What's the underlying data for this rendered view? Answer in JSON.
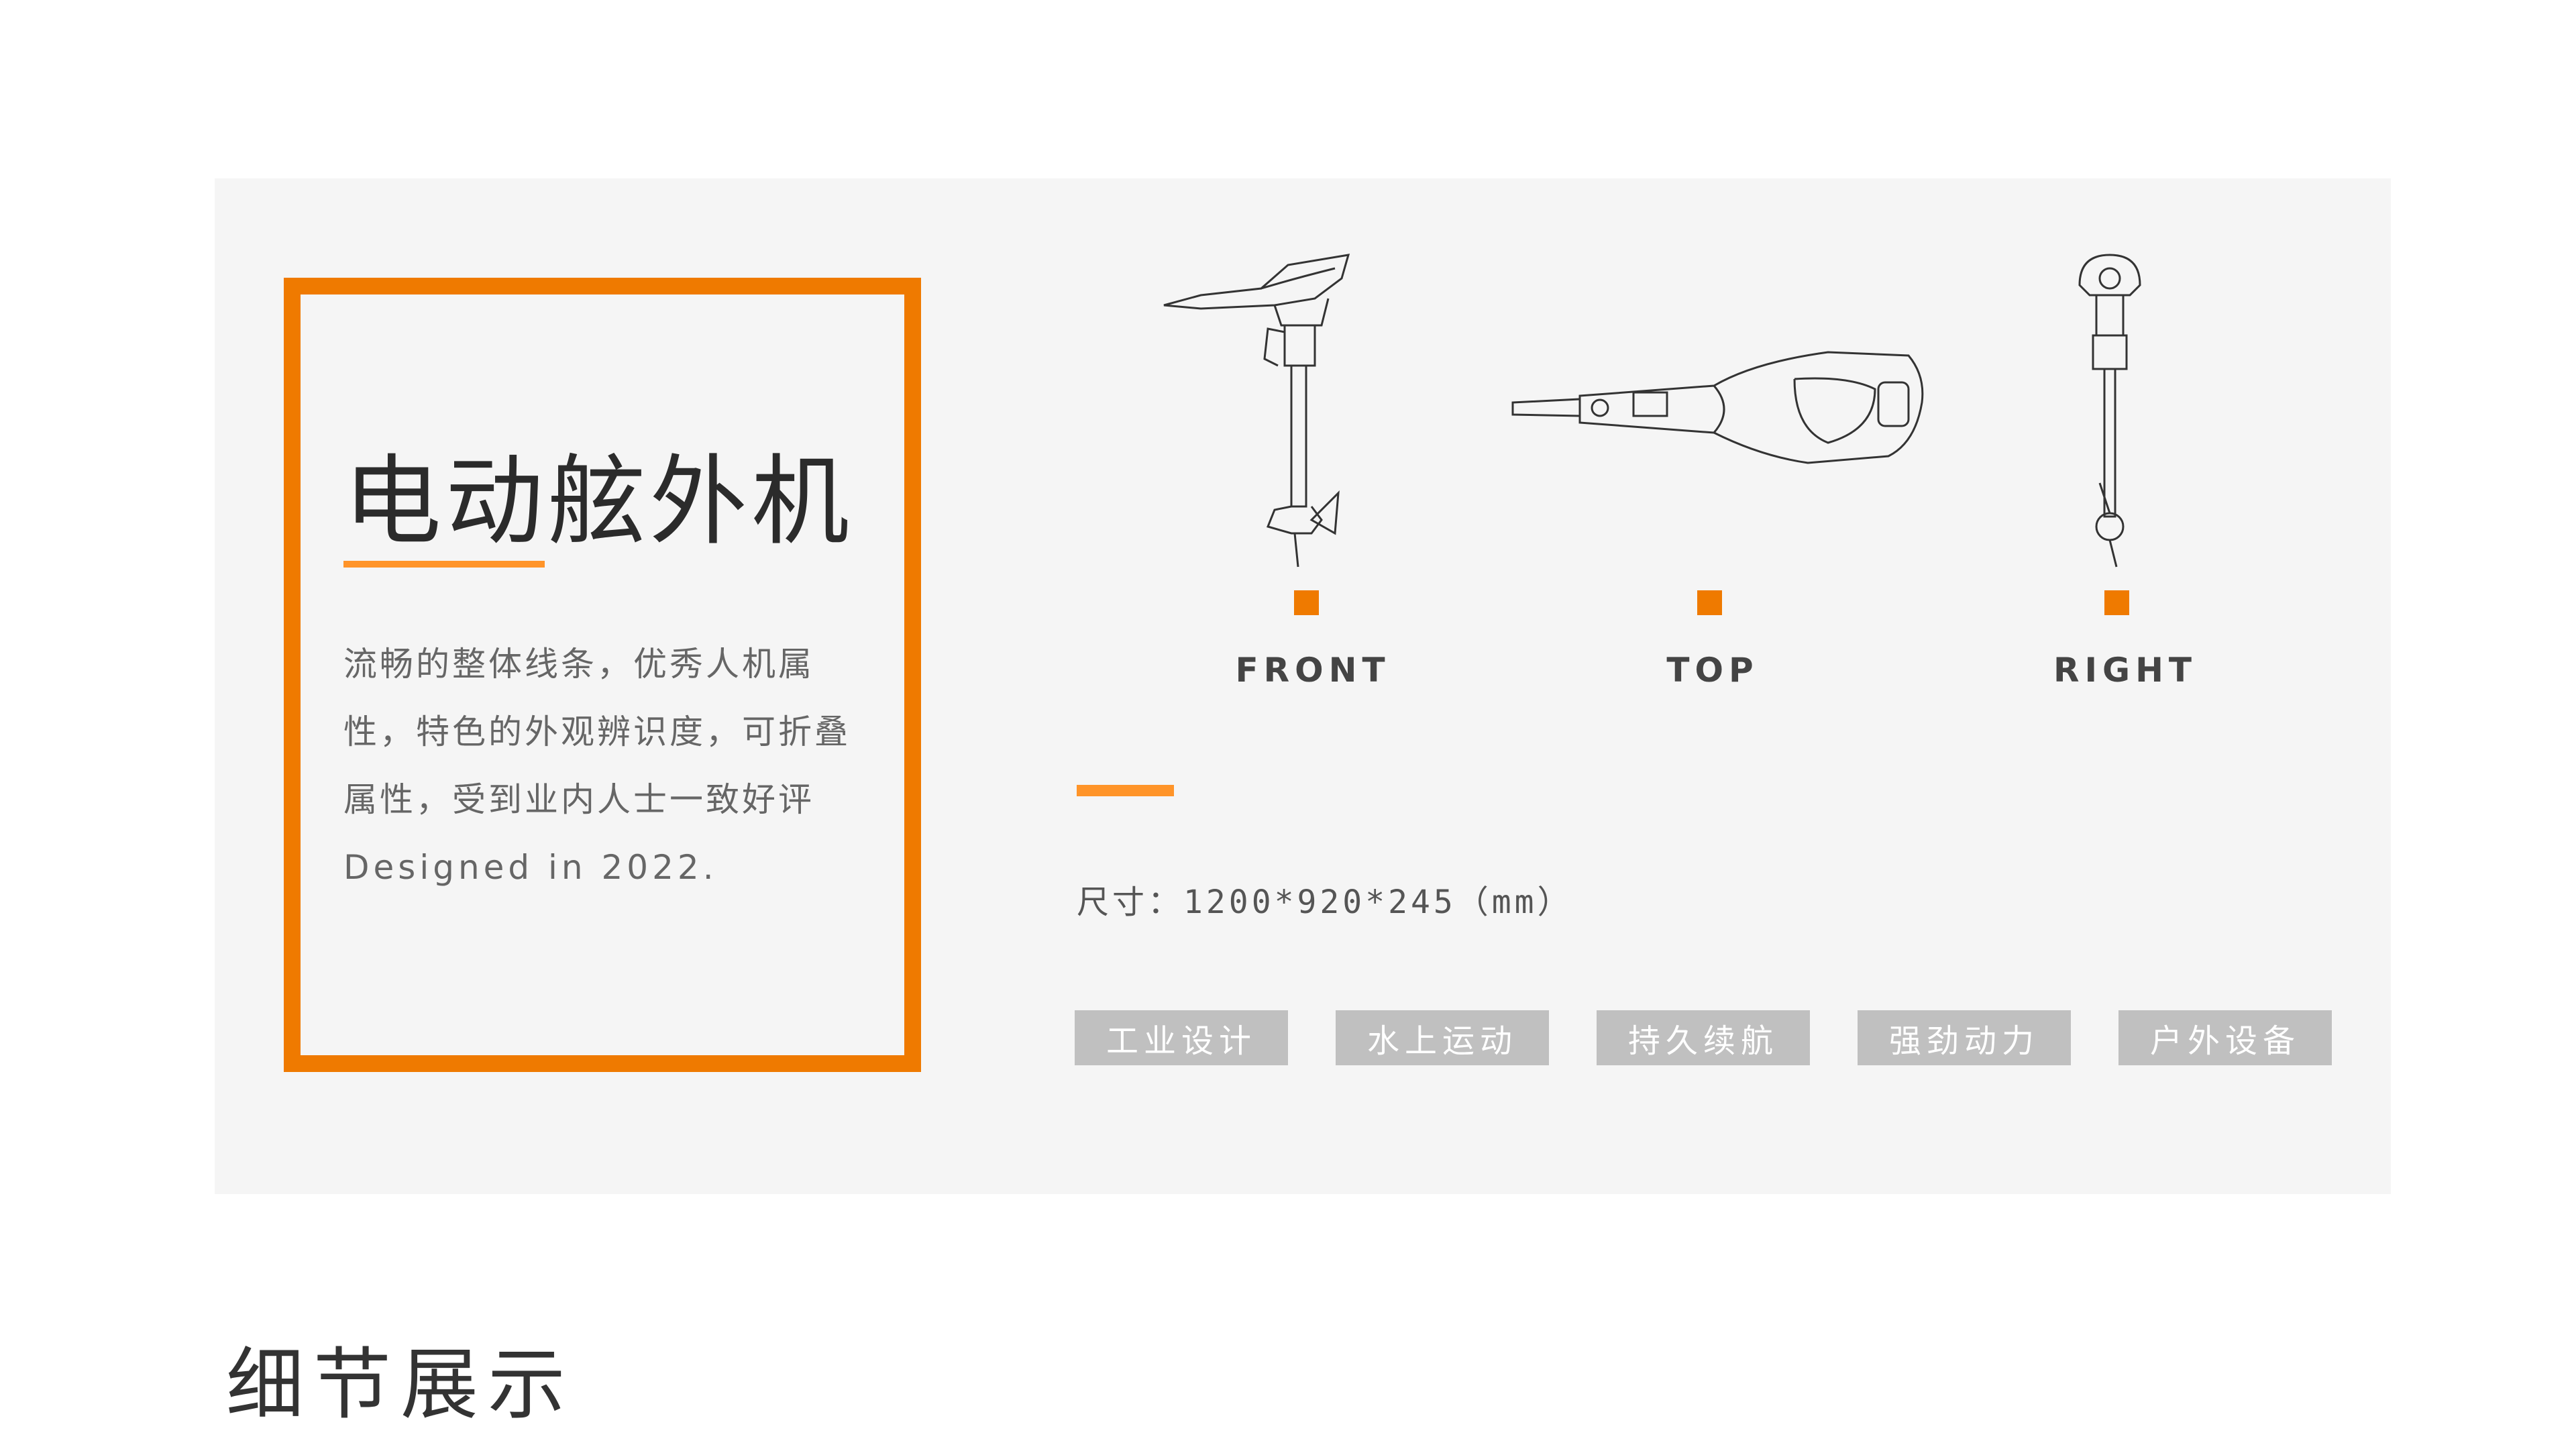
{
  "product": {
    "title": "电动舷外机",
    "description": "流畅的整体线条，优秀人机属性，特色的外观辨识度，可折叠属性，受到业内人士一致好评",
    "designed": "Designed in 2022."
  },
  "views": [
    {
      "label": "FRONT"
    },
    {
      "label": "TOP"
    },
    {
      "label": "RIGHT"
    }
  ],
  "dimensions": "尺寸：1200*920*245（mm）",
  "tags": [
    "工业设计",
    "水上运动",
    "持久续航",
    "强劲动力",
    "户外设备"
  ],
  "section_title": "细节展示",
  "colors": {
    "accent": "#ef7a00",
    "accent_light": "#ff9429",
    "tag_bg": "#c0c0c0",
    "panel_bg": "#f5f5f5"
  }
}
